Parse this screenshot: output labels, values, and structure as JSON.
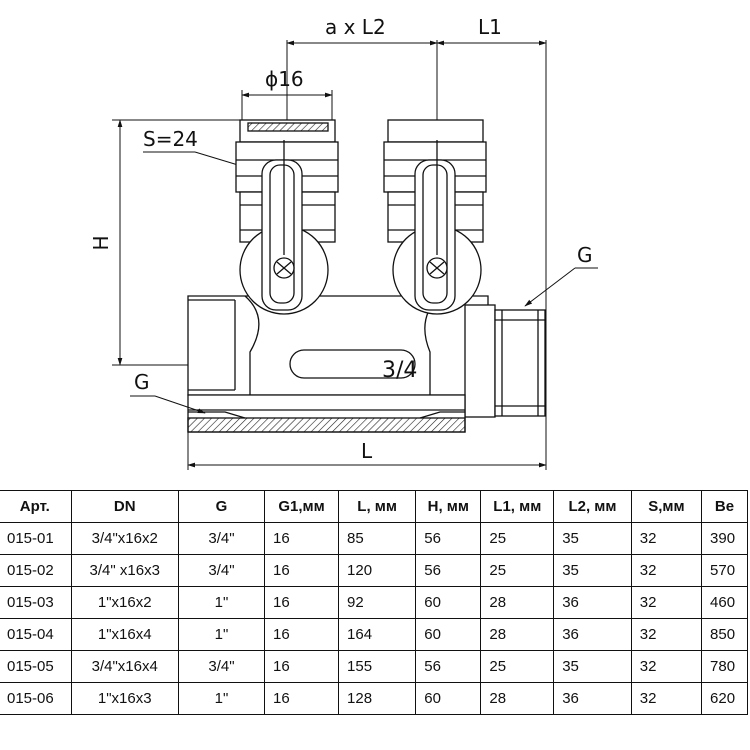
{
  "drawing": {
    "dim_top_a": "a x L2",
    "dim_top_b": "L1",
    "dim_diameter": "ϕ16",
    "dim_spanner": "S=24",
    "dim_height": "H",
    "dim_thread_right": "G",
    "dim_thread_left": "G",
    "dim_length": "L",
    "body_marking": "3/4"
  },
  "table": {
    "headers": [
      "Арт.",
      "DN",
      "G",
      "G1,мм",
      "L, мм",
      "H, мм",
      "L1, мм",
      "L2, мм",
      "S,мм",
      "Ве"
    ],
    "rows": [
      [
        "015-01",
        "3/4\"x16x2",
        "3/4\"",
        "16",
        "85",
        "56",
        "25",
        "35",
        "32",
        "390"
      ],
      [
        "015-02",
        "3/4\" x16x3",
        "3/4\"",
        "16",
        "120",
        "56",
        "25",
        "35",
        "32",
        "570"
      ],
      [
        "015-03",
        "1\"x16x2",
        "1\"",
        "16",
        "92",
        "60",
        "28",
        "36",
        "32",
        "460"
      ],
      [
        "015-04",
        "1\"x16x4",
        "1\"",
        "16",
        "164",
        "60",
        "28",
        "36",
        "32",
        "850"
      ],
      [
        "015-05",
        "3/4\"x16x4",
        "3/4\"",
        "16",
        "155",
        "56",
        "25",
        "35",
        "32",
        "780"
      ],
      [
        "015-06",
        "1\"x16x3",
        "1\"",
        "16",
        "128",
        "60",
        "28",
        "36",
        "32",
        "620"
      ]
    ]
  }
}
